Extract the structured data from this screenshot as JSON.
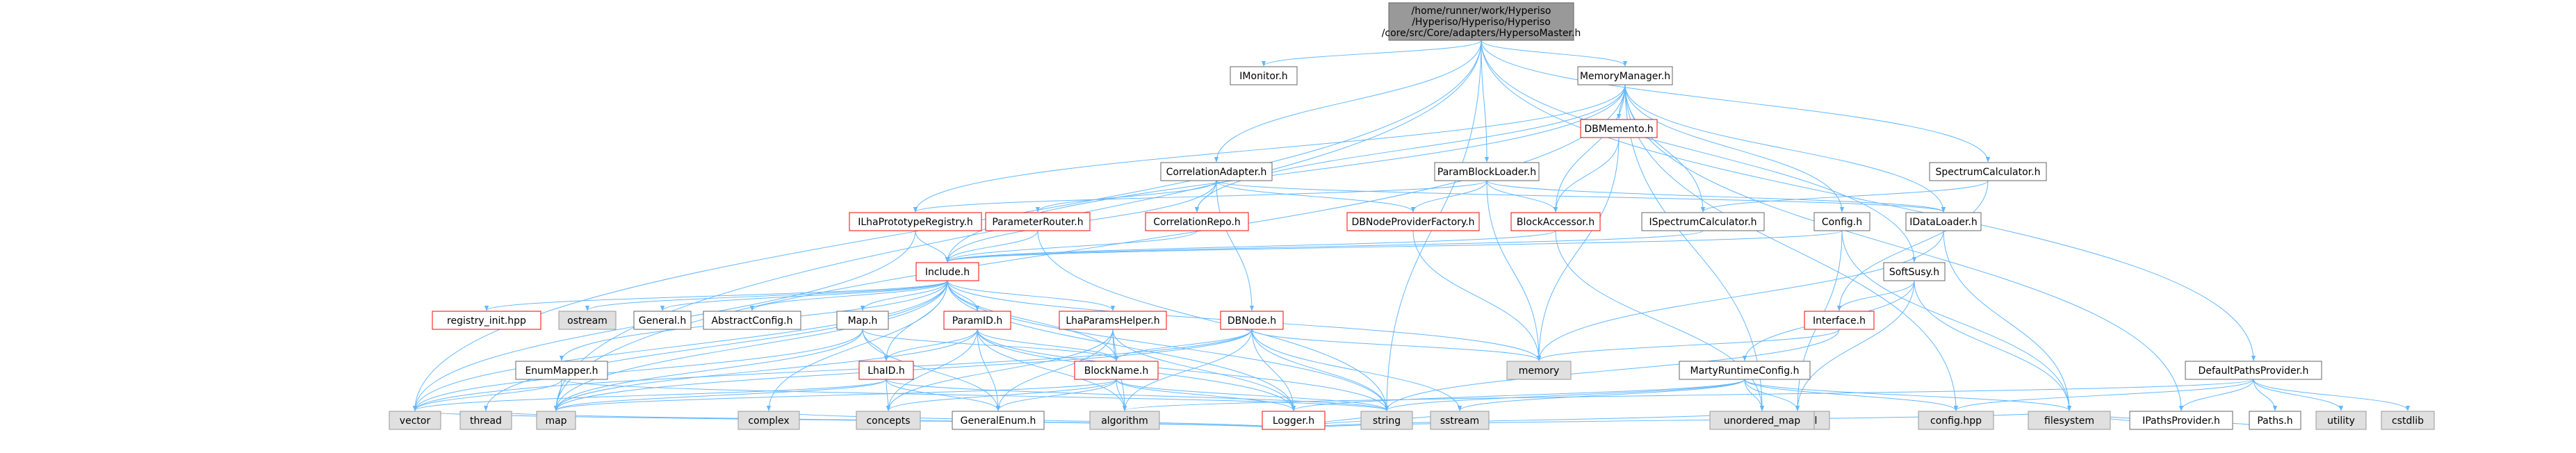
{
  "colors": {
    "edge": "#63b8ff",
    "red_border": "#ff0000",
    "std_fill": "#e0e0e0",
    "root_fill": "#999999"
  },
  "nodes": [
    {
      "id": "root",
      "kind": "root",
      "lines": [
        "/home/runner/work/Hyperiso",
        "/Hyperiso/Hyperiso/Hyperiso",
        "/core/src/Core/adapters/HypersoMaster.h"
      ]
    },
    {
      "id": "imonitor",
      "kind": "regular",
      "lines": [
        "IMonitor.h"
      ]
    },
    {
      "id": "memorymanager",
      "kind": "regular",
      "lines": [
        "MemoryManager.h"
      ]
    },
    {
      "id": "correlationadapter",
      "kind": "regular",
      "lines": [
        "CorrelationAdapter.h"
      ]
    },
    {
      "id": "paramblockloader",
      "kind": "regular",
      "lines": [
        "ParamBlockLoader.h"
      ]
    },
    {
      "id": "dbmemento",
      "kind": "red",
      "lines": [
        "DBMemento.h"
      ]
    },
    {
      "id": "spectrumcalculator",
      "kind": "regular",
      "lines": [
        "SpectrumCalculator.h"
      ]
    },
    {
      "id": "ilhaprototyperegistry",
      "kind": "red",
      "lines": [
        "ILhaPrototypeRegistry.h"
      ]
    },
    {
      "id": "parameterrouter",
      "kind": "red",
      "lines": [
        "ParameterRouter.h"
      ]
    },
    {
      "id": "correlationrepo",
      "kind": "red",
      "lines": [
        "CorrelationRepo.h"
      ]
    },
    {
      "id": "dbnodeproviderfactory",
      "kind": "red",
      "lines": [
        "DBNodeProviderFactory.h"
      ]
    },
    {
      "id": "blockaccessor",
      "kind": "red",
      "lines": [
        "BlockAccessor.h"
      ]
    },
    {
      "id": "ispectrumcalculator",
      "kind": "regular",
      "lines": [
        "ISpectrumCalculator.h"
      ]
    },
    {
      "id": "config",
      "kind": "regular",
      "lines": [
        "Config.h"
      ]
    },
    {
      "id": "idataloader",
      "kind": "regular",
      "lines": [
        "IDataLoader.h"
      ]
    },
    {
      "id": "include",
      "kind": "red",
      "lines": [
        "Include.h"
      ]
    },
    {
      "id": "softsusy",
      "kind": "regular",
      "lines": [
        "SoftSusy.h"
      ]
    },
    {
      "id": "interface",
      "kind": "red",
      "lines": [
        "Interface.h"
      ]
    },
    {
      "id": "registry_init",
      "kind": "red",
      "lines": [
        "registry_init.hpp"
      ]
    },
    {
      "id": "ostream",
      "kind": "std",
      "lines": [
        "ostream"
      ]
    },
    {
      "id": "general",
      "kind": "regular",
      "lines": [
        "General.h"
      ]
    },
    {
      "id": "abstractconfig",
      "kind": "regular",
      "lines": [
        "AbstractConfig.h"
      ]
    },
    {
      "id": "maph",
      "kind": "regular",
      "lines": [
        "Map.h"
      ]
    },
    {
      "id": "paramid",
      "kind": "red",
      "lines": [
        "ParamID.h"
      ]
    },
    {
      "id": "lhaparamshelper",
      "kind": "red",
      "lines": [
        "LhaParamsHelper.h"
      ]
    },
    {
      "id": "dbnode",
      "kind": "red",
      "lines": [
        "DBNode.h"
      ]
    },
    {
      "id": "memory",
      "kind": "std",
      "lines": [
        "memory"
      ]
    },
    {
      "id": "martyruntimeconfig",
      "kind": "regular",
      "lines": [
        "MartyRuntimeConfig.h"
      ]
    },
    {
      "id": "defaultpathsprovider",
      "kind": "regular",
      "lines": [
        "DefaultPathsProvider.h"
      ]
    },
    {
      "id": "enummapper",
      "kind": "regular",
      "lines": [
        "EnumMapper.h"
      ]
    },
    {
      "id": "lhaid",
      "kind": "red",
      "lines": [
        "LhaID.h"
      ]
    },
    {
      "id": "blockname",
      "kind": "red",
      "lines": [
        "BlockName.h"
      ]
    },
    {
      "id": "logger",
      "kind": "red",
      "lines": [
        "Logger.h"
      ]
    },
    {
      "id": "map",
      "kind": "std",
      "lines": [
        "map"
      ]
    },
    {
      "id": "concepts",
      "kind": "std",
      "lines": [
        "concepts"
      ]
    },
    {
      "id": "generalenum",
      "kind": "regular",
      "lines": [
        "GeneralEnum.h"
      ]
    },
    {
      "id": "algorithm",
      "kind": "std",
      "lines": [
        "algorithm"
      ]
    },
    {
      "id": "optional",
      "kind": "std",
      "lines": [
        "optional"
      ]
    },
    {
      "id": "confighpp",
      "kind": "std",
      "lines": [
        "config.hpp"
      ]
    },
    {
      "id": "ipathsprovider",
      "kind": "regular",
      "lines": [
        "IPathsProvider.h"
      ]
    },
    {
      "id": "pathsh",
      "kind": "regular",
      "lines": [
        "Paths.h"
      ]
    },
    {
      "id": "utility",
      "kind": "std",
      "lines": [
        "utility"
      ]
    },
    {
      "id": "cstdlib",
      "kind": "std",
      "lines": [
        "cstdlib"
      ]
    },
    {
      "id": "vector",
      "kind": "std",
      "lines": [
        "vector"
      ]
    },
    {
      "id": "thread",
      "kind": "std",
      "lines": [
        "thread"
      ]
    },
    {
      "id": "complex",
      "kind": "std",
      "lines": [
        "complex"
      ]
    },
    {
      "id": "string",
      "kind": "std",
      "lines": [
        "string"
      ]
    },
    {
      "id": "sstream",
      "kind": "std",
      "lines": [
        "sstream"
      ]
    },
    {
      "id": "unordered_map",
      "kind": "std",
      "lines": [
        "unordered_map"
      ]
    },
    {
      "id": "filesystem",
      "kind": "std",
      "lines": [
        "filesystem"
      ]
    }
  ],
  "edges": [
    [
      "root",
      "imonitor"
    ],
    [
      "root",
      "memorymanager"
    ],
    [
      "root",
      "correlationadapter"
    ],
    [
      "root",
      "paramblockloader"
    ],
    [
      "root",
      "spectrumcalculator"
    ],
    [
      "root",
      "softsusy"
    ],
    [
      "root",
      "defaultpathsprovider"
    ],
    [
      "root",
      "string"
    ],
    [
      "root",
      "map"
    ],
    [
      "root",
      "vector"
    ],
    [
      "memorymanager",
      "dbmemento"
    ],
    [
      "memorymanager",
      "ilhaprototyperegistry"
    ],
    [
      "memorymanager",
      "correlationrepo"
    ],
    [
      "memorymanager",
      "blockaccessor"
    ],
    [
      "memorymanager",
      "ispectrumcalculator"
    ],
    [
      "memorymanager",
      "config"
    ],
    [
      "memorymanager",
      "idataloader"
    ],
    [
      "memorymanager",
      "include"
    ],
    [
      "memorymanager",
      "confighpp"
    ],
    [
      "memorymanager",
      "ipathsprovider"
    ],
    [
      "memorymanager",
      "unordered_map"
    ],
    [
      "memorymanager",
      "map"
    ],
    [
      "correlationadapter",
      "parameterrouter"
    ],
    [
      "correlationadapter",
      "correlationrepo"
    ],
    [
      "correlationadapter",
      "dbnodeproviderfactory"
    ],
    [
      "correlationadapter",
      "idataloader"
    ],
    [
      "correlationadapter",
      "dbnode"
    ],
    [
      "correlationadapter",
      "include"
    ],
    [
      "paramblockloader",
      "blockaccessor"
    ],
    [
      "paramblockloader",
      "dbnodeproviderfactory"
    ],
    [
      "paramblockloader",
      "idataloader"
    ],
    [
      "paramblockloader",
      "ilhaprototyperegistry"
    ],
    [
      "paramblockloader",
      "memory"
    ],
    [
      "dbmemento",
      "blockaccessor"
    ],
    [
      "dbmemento",
      "memory"
    ],
    [
      "spectrumcalculator",
      "ispectrumcalculator"
    ],
    [
      "spectrumcalculator",
      "interface"
    ],
    [
      "ilhaprototyperegistry",
      "include"
    ],
    [
      "ilhaprototyperegistry",
      "vector"
    ],
    [
      "parameterrouter",
      "include"
    ],
    [
      "parameterrouter",
      "string"
    ],
    [
      "correlationrepo",
      "include"
    ],
    [
      "dbnodeproviderfactory",
      "memory"
    ],
    [
      "blockaccessor",
      "include"
    ],
    [
      "blockaccessor",
      "unordered_map"
    ],
    [
      "ispectrumcalculator",
      "include"
    ],
    [
      "config",
      "include"
    ],
    [
      "config",
      "optional"
    ],
    [
      "config",
      "filesystem"
    ],
    [
      "idataloader",
      "memory"
    ],
    [
      "idataloader",
      "filesystem"
    ],
    [
      "include",
      "registry_init"
    ],
    [
      "include",
      "ostream"
    ],
    [
      "include",
      "general"
    ],
    [
      "include",
      "abstractconfig"
    ],
    [
      "include",
      "maph"
    ],
    [
      "include",
      "paramid"
    ],
    [
      "include",
      "lhaparamshelper"
    ],
    [
      "include",
      "blockname"
    ],
    [
      "include",
      "lhaid"
    ],
    [
      "include",
      "logger"
    ],
    [
      "include",
      "memory"
    ],
    [
      "include",
      "enummapper"
    ],
    [
      "include",
      "string"
    ],
    [
      "include",
      "map"
    ],
    [
      "include",
      "vector"
    ],
    [
      "include",
      "thread"
    ],
    [
      "include",
      "complex"
    ],
    [
      "softsusy",
      "interface"
    ],
    [
      "softsusy",
      "optional"
    ],
    [
      "softsusy",
      "filesystem"
    ],
    [
      "softsusy",
      "martyruntimeconfig"
    ],
    [
      "interface",
      "memory"
    ],
    [
      "interface",
      "string"
    ],
    [
      "maph",
      "lhaid"
    ],
    [
      "maph",
      "blockname"
    ],
    [
      "maph",
      "generalenum"
    ],
    [
      "maph",
      "map"
    ],
    [
      "maph",
      "vector"
    ],
    [
      "paramid",
      "lhaid"
    ],
    [
      "paramid",
      "blockname"
    ],
    [
      "paramid",
      "logger"
    ],
    [
      "paramid",
      "generalenum"
    ],
    [
      "paramid",
      "algorithm"
    ],
    [
      "paramid",
      "concepts"
    ],
    [
      "paramid",
      "string"
    ],
    [
      "paramid",
      "map"
    ],
    [
      "lhaparamshelper",
      "blockname"
    ],
    [
      "lhaparamshelper",
      "logger"
    ],
    [
      "lhaparamshelper",
      "generalenum"
    ],
    [
      "lhaparamshelper",
      "algorithm"
    ],
    [
      "lhaparamshelper",
      "concepts"
    ],
    [
      "dbnode",
      "blockname"
    ],
    [
      "dbnode",
      "logger"
    ],
    [
      "dbnode",
      "memory"
    ],
    [
      "dbnode",
      "string"
    ],
    [
      "dbnode",
      "sstream"
    ],
    [
      "dbnode",
      "algorithm"
    ],
    [
      "dbnode",
      "map"
    ],
    [
      "dbnode",
      "vector"
    ],
    [
      "martyruntimeconfig",
      "logger"
    ],
    [
      "martyruntimeconfig",
      "confighpp"
    ],
    [
      "martyruntimeconfig",
      "optional"
    ],
    [
      "martyruntimeconfig",
      "filesystem"
    ],
    [
      "martyruntimeconfig",
      "string"
    ],
    [
      "martyruntimeconfig",
      "sstream"
    ],
    [
      "martyruntimeconfig",
      "unordered_map"
    ],
    [
      "defaultpathsprovider",
      "ipathsprovider"
    ],
    [
      "defaultpathsprovider",
      "pathsh"
    ],
    [
      "defaultpathsprovider",
      "utility"
    ],
    [
      "defaultpathsprovider",
      "cstdlib"
    ],
    [
      "defaultpathsprovider",
      "confighpp"
    ],
    [
      "defaultpathsprovider",
      "algorithm"
    ],
    [
      "enummapper",
      "map"
    ],
    [
      "enummapper",
      "string"
    ],
    [
      "enummapper",
      "vector"
    ],
    [
      "lhaid",
      "generalenum"
    ],
    [
      "lhaid",
      "concepts"
    ],
    [
      "lhaid",
      "map"
    ],
    [
      "lhaid",
      "string"
    ],
    [
      "lhaid",
      "vector"
    ],
    [
      "blockname",
      "generalenum"
    ],
    [
      "blockname",
      "concepts"
    ],
    [
      "blockname",
      "algorithm"
    ],
    [
      "blockname",
      "map"
    ],
    [
      "blockname",
      "string"
    ],
    [
      "blockname",
      "logger"
    ],
    [
      "logger",
      "string"
    ],
    [
      "logger",
      "sstream"
    ],
    [
      "logger",
      "filesystem"
    ],
    [
      "logger",
      "vector"
    ],
    [
      "logger",
      "thread"
    ],
    [
      "logger",
      "complex"
    ],
    [
      "logger",
      "unordered_map"
    ],
    [
      "ipathsprovider",
      "filesystem"
    ],
    [
      "pathsh",
      "filesystem"
    ]
  ]
}
